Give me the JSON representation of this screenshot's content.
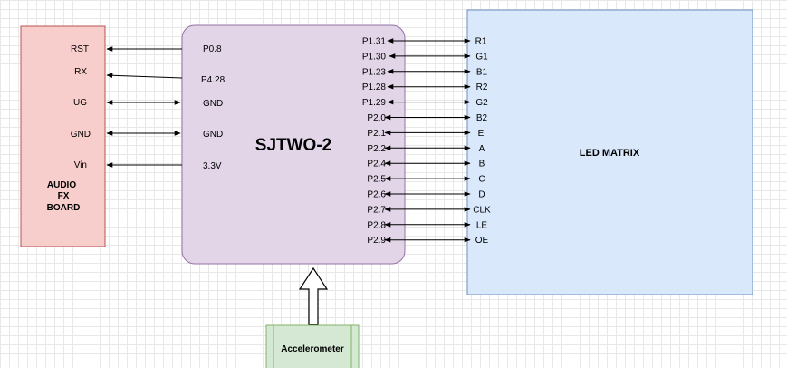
{
  "audio_board": {
    "title_lines": [
      "AUDIO",
      "FX",
      "BOARD"
    ],
    "pins": [
      "RST",
      "RX",
      "UG",
      "GND",
      "Vin"
    ],
    "fill": "#f8cecc",
    "stroke": "#b85450"
  },
  "sjtwo": {
    "title": "SJTWO-2",
    "left_pins": [
      "P0.8",
      "P4.28",
      "GND",
      "GND",
      "3.3V"
    ],
    "right_pins": [
      "P1.31",
      "P1.30",
      "P1.23",
      "P1.28",
      "P1.29",
      "P2.0",
      "P2.1",
      "P2.2",
      "P2.4",
      "P2.5",
      "P2.6",
      "P2.7",
      "P2.8",
      "P2.9"
    ],
    "fill": "#e1d5e7",
    "stroke": "#9673a6"
  },
  "led_matrix": {
    "title": "LED MATRIX",
    "pins": [
      "R1",
      "G1",
      "B1",
      "R2",
      "G2",
      "B2",
      "E",
      "A",
      "B",
      "C",
      "D",
      "CLK",
      "LE",
      "OE"
    ],
    "fill": "#dae8fc",
    "stroke": "#6c8ebf"
  },
  "accelerometer": {
    "title": "Accelerometer",
    "fill": "#d5e8d4",
    "stroke": "#82b366"
  }
}
